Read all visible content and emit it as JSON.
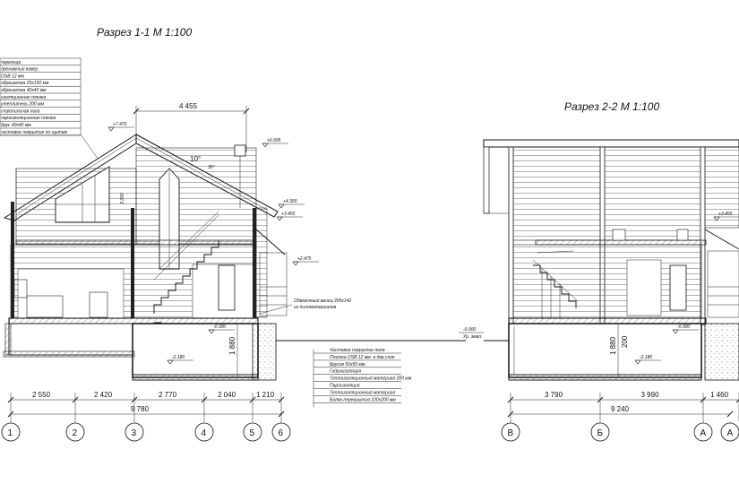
{
  "section_1": {
    "title": "Разрез 1-1 М 1:100",
    "layer_notes": [
      "черепица",
      "дренажный ковер",
      "OSB 12 мм",
      "обрешетка 25x150 мм",
      "обрешетка 40x40 мм",
      "изоляционная пленка",
      "утеплитель 200 мм",
      "стропильная нога",
      "пароизоляционная пленка",
      "брус 40x40 мм",
      "чистовое покрытие по щитам"
    ],
    "top_dimension": "4 455",
    "roof_slope_label": "10°",
    "roof_pitch_label": "35°",
    "elevations": [
      "+7.475",
      "+6.695",
      "+4.300",
      "+3.455",
      "+2.475",
      "-0.300",
      "-2.180"
    ],
    "vertical_dims": [
      "3 290",
      "1 880"
    ],
    "beam_note": [
      "Обвязочный венец 200x142",
      "из пиломатериалов"
    ],
    "floor_layers": [
      "Чистовое покрытие пола",
      "Плитка OSB 12 мм. в два слоя",
      "Брусок 50x50 мм",
      "Гидроизоляция",
      "Теплоизоляционный материал 200 мм",
      "Пароизоляция",
      "Теплоизоляционный материал",
      "Балка перекрытия 100x200 мм"
    ],
    "bottom_dims": [
      "2 550",
      "2 420",
      "2 770",
      "2 040",
      "1 210"
    ],
    "total_dim": "9 780",
    "axes": [
      "1",
      "2",
      "3",
      "4",
      "5",
      "6"
    ]
  },
  "section_2": {
    "title": "Разрез 2-2 М 1:100",
    "elevations": [
      "+3.455",
      "-0.300",
      "-2.180"
    ],
    "vertical_dims": [
      "1 880",
      "200"
    ],
    "ground_label": [
      "-0.900",
      "Ур. земл."
    ],
    "bottom_dims": [
      "3 790",
      "3 990",
      "1 460"
    ],
    "total_dim": "9 240",
    "axes": [
      "В",
      "Б",
      "А",
      "А"
    ]
  }
}
